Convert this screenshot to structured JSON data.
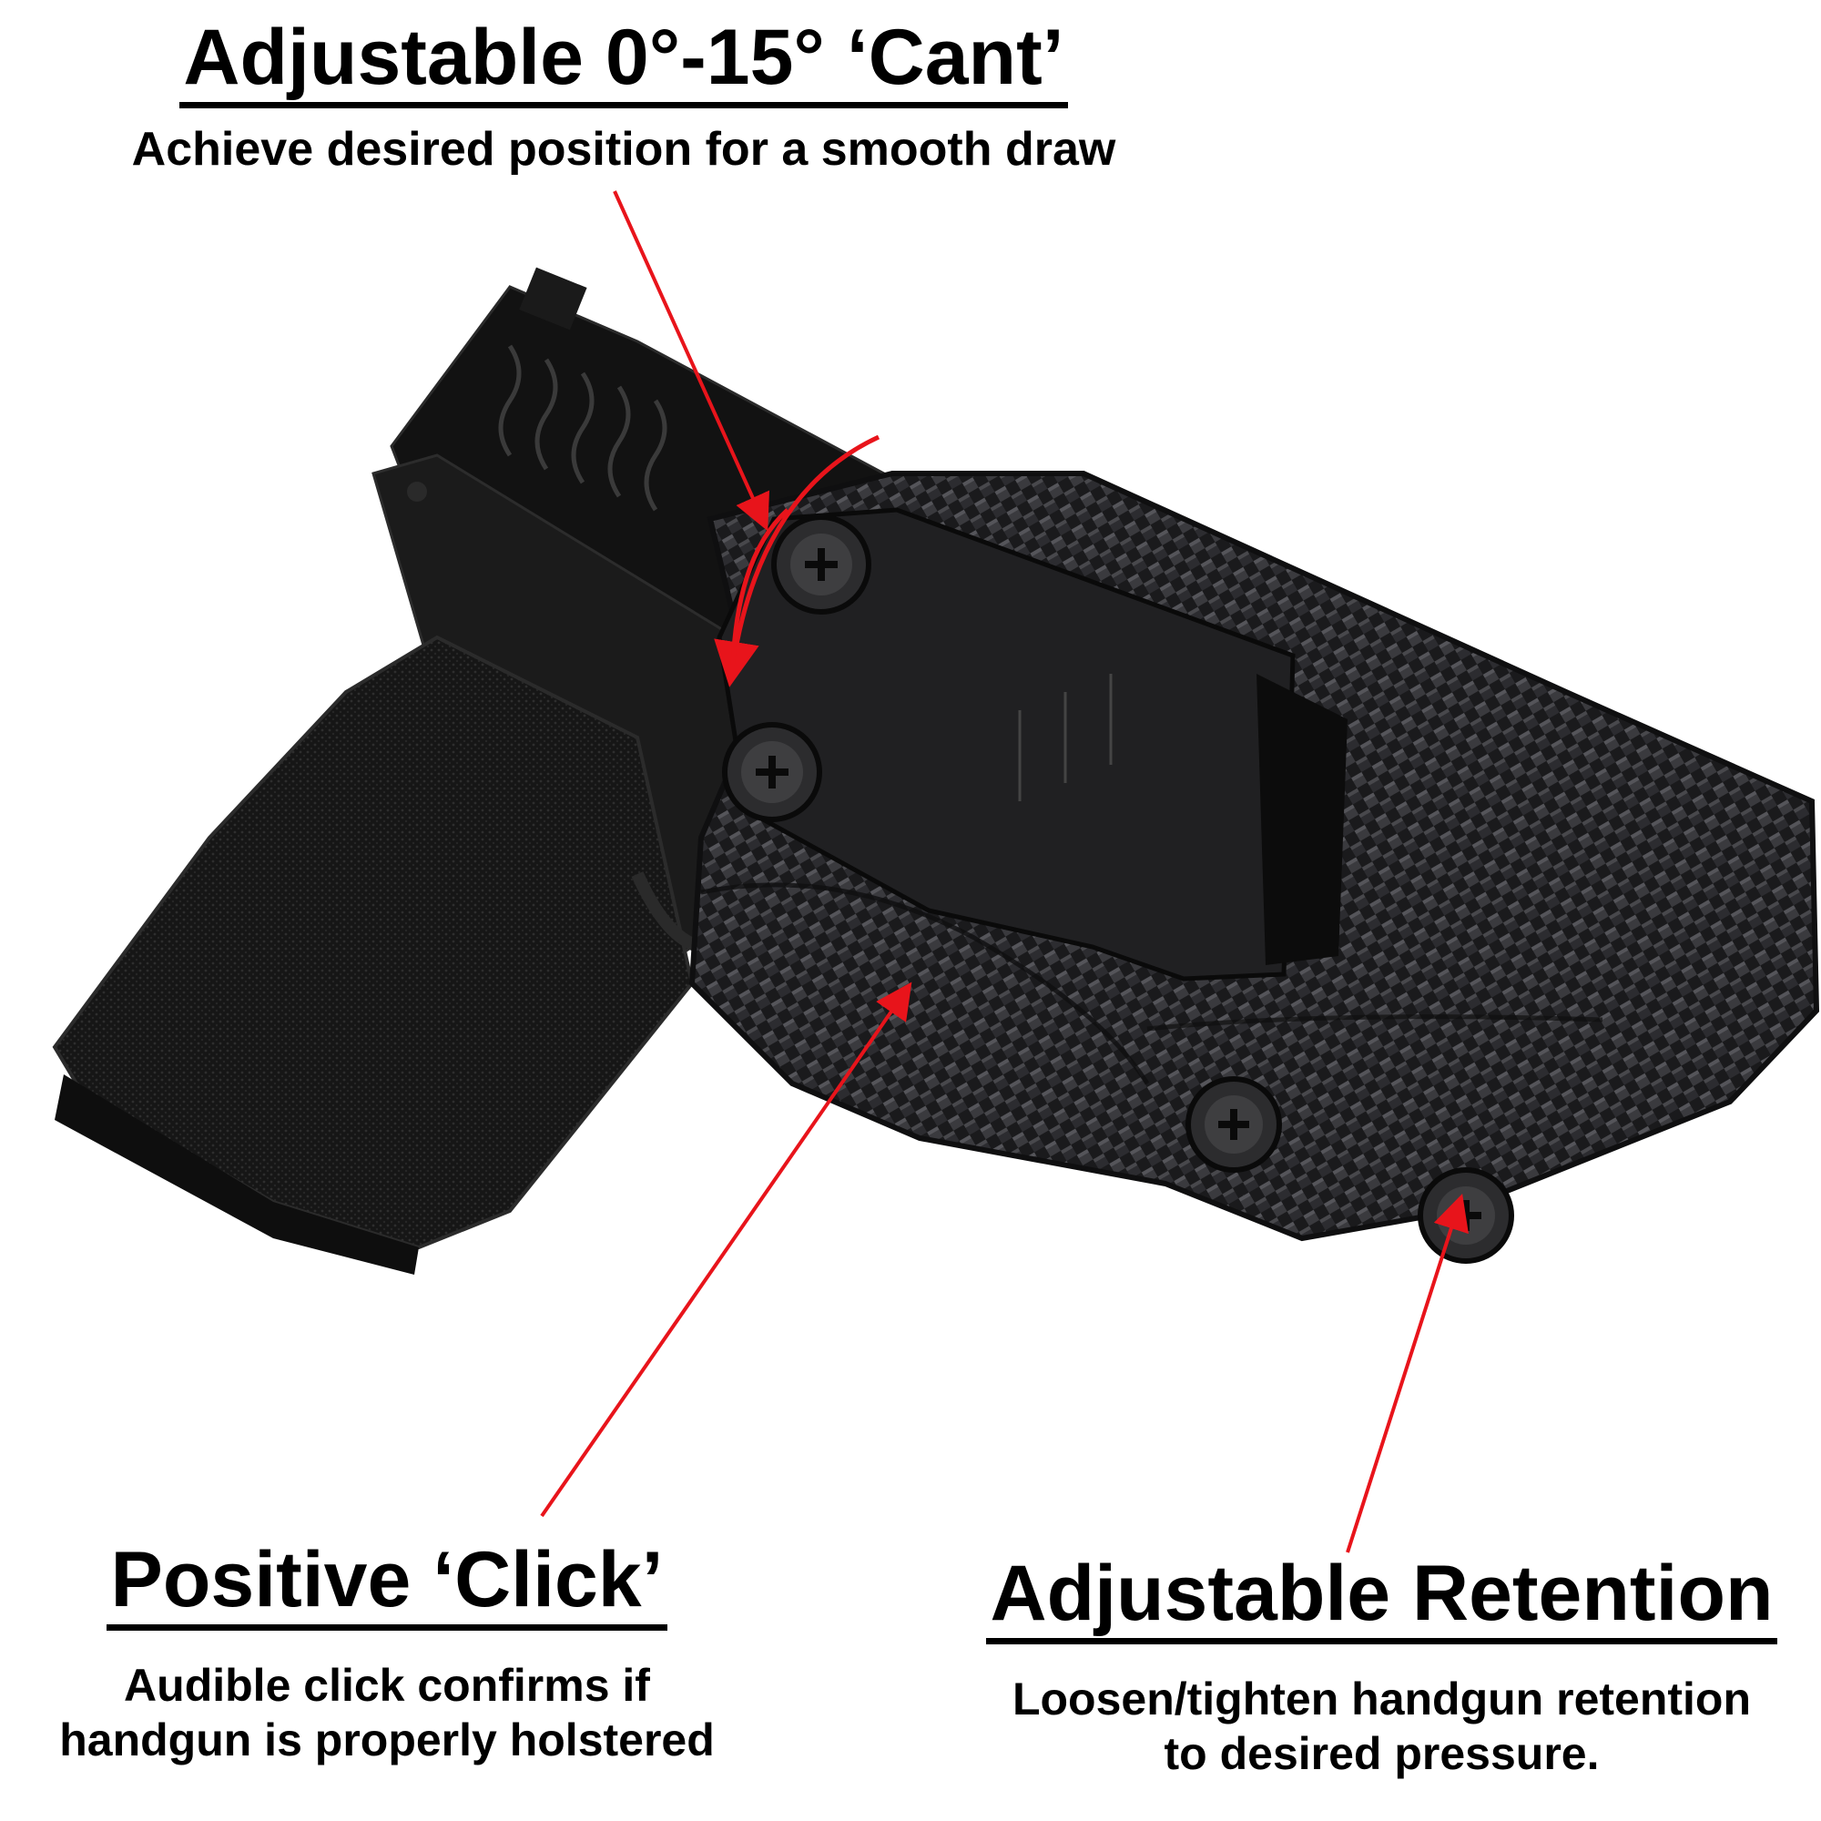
{
  "cant": {
    "heading": "Adjustable 0°-15° ‘Cant’",
    "description": "Achieve desired position for a smooth draw"
  },
  "click": {
    "heading": "Positive ‘Click’",
    "description_lines": [
      "Audible click confirms if",
      "handgun is properly holstered"
    ]
  },
  "retention": {
    "heading": "Adjustable Retention",
    "description_lines": [
      "Loosen/tighten handgun retention",
      "to desired pressure."
    ]
  },
  "colors": {
    "arrow": "#e8141b",
    "holster": "#1c1c1e",
    "pistol": "#141414"
  },
  "icons": [
    "holster-photo",
    "clip-screw-icon",
    "retention-screw-icon"
  ]
}
